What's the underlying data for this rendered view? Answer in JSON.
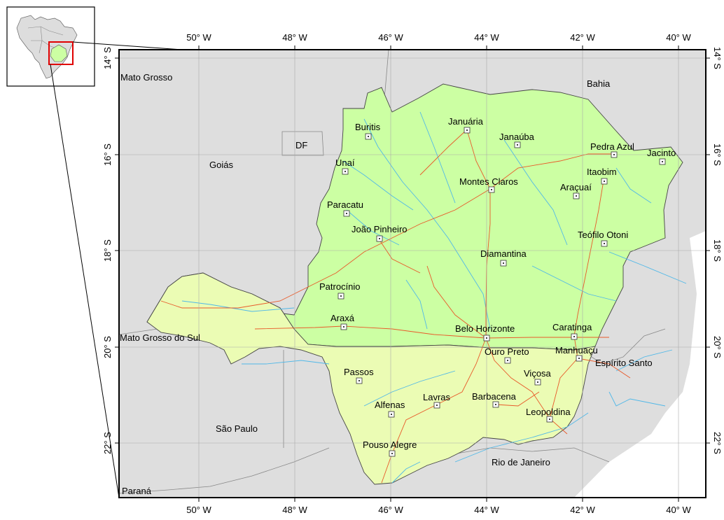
{
  "colors": {
    "background": "#dedede",
    "minas_light": "#ccffa3",
    "minas_dark": "#ebfcb4",
    "road": "#e85a2a",
    "river": "#50b8e8",
    "highlight": "#e00000",
    "border": "#666666"
  },
  "axes": {
    "longitude_ticks": [
      "50° W",
      "48° W",
      "46° W",
      "44° W",
      "42° W",
      "40° W"
    ],
    "latitude_ticks": [
      "14° S",
      "16° S",
      "18° S",
      "20° S",
      "22° S"
    ]
  },
  "regions": [
    {
      "label": "Mato Grosso"
    },
    {
      "label": "Bahia"
    },
    {
      "label": "DF"
    },
    {
      "label": "Goiás"
    },
    {
      "label": "Mato Grosso do Sul"
    },
    {
      "label": "Espírito Santo"
    },
    {
      "label": "São Paulo"
    },
    {
      "label": "Rio de Janeiro"
    },
    {
      "label": "Paraná"
    }
  ],
  "cities": [
    {
      "name": "Buritis"
    },
    {
      "name": "Januária"
    },
    {
      "name": "Janaúba"
    },
    {
      "name": "Pedra Azul"
    },
    {
      "name": "Jacinto"
    },
    {
      "name": "Unaí"
    },
    {
      "name": "Itaobim"
    },
    {
      "name": "Montes Claros"
    },
    {
      "name": "Araçuaí"
    },
    {
      "name": "Paracatu"
    },
    {
      "name": "João Pinheiro"
    },
    {
      "name": "Teófilo Otoni"
    },
    {
      "name": "Diamantina"
    },
    {
      "name": "Patrocínio"
    },
    {
      "name": "Araxá"
    },
    {
      "name": "Belo Horizonte"
    },
    {
      "name": "Caratinga"
    },
    {
      "name": "Ouro Preto"
    },
    {
      "name": "Manhuaçu"
    },
    {
      "name": "Passos"
    },
    {
      "name": "Viçosa"
    },
    {
      "name": "Lavras"
    },
    {
      "name": "Barbacena"
    },
    {
      "name": "Alfenas"
    },
    {
      "name": "Leopoldina"
    },
    {
      "name": "Pouso Alegre"
    }
  ]
}
